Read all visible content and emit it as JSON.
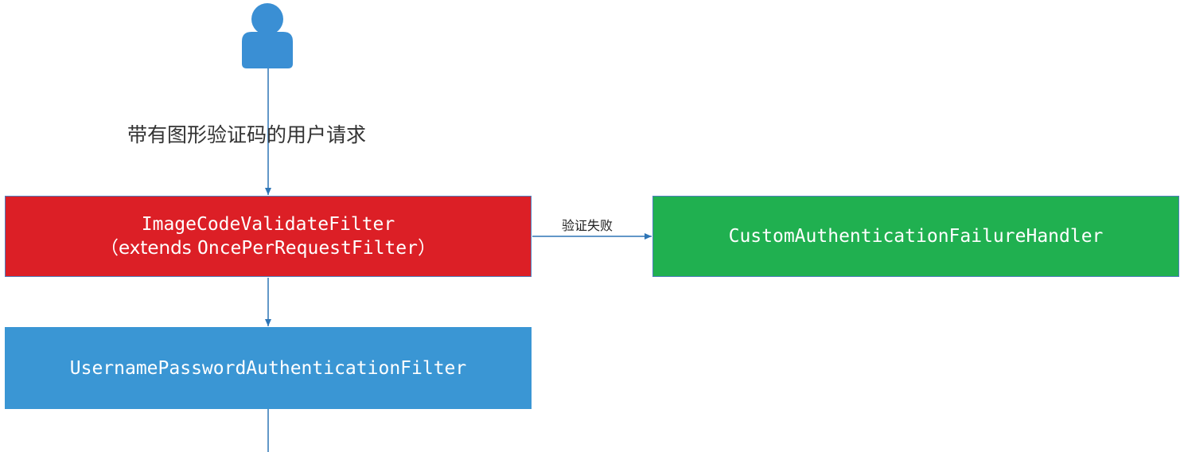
{
  "diagram": {
    "user_icon": "user-person-icon",
    "request_label": "带有图形验证码的用户请求",
    "filter": {
      "title": "ImageCodeValidateFilter",
      "extends_prefix": "（extends ",
      "extends_class": "OncePerRequestFilter",
      "extends_suffix": "）"
    },
    "fail_label": "验证失败",
    "handler": {
      "title": "CustomAuthenticationFailureHandler"
    },
    "auth_filter": {
      "title": "UsernamePasswordAuthenticationFilter"
    },
    "colors": {
      "filter": "#dc1f26",
      "handler": "#20b050",
      "auth_filter": "#3a96d4",
      "arrow": "#2e75b6",
      "user_icon": "#3a8fd4"
    }
  }
}
